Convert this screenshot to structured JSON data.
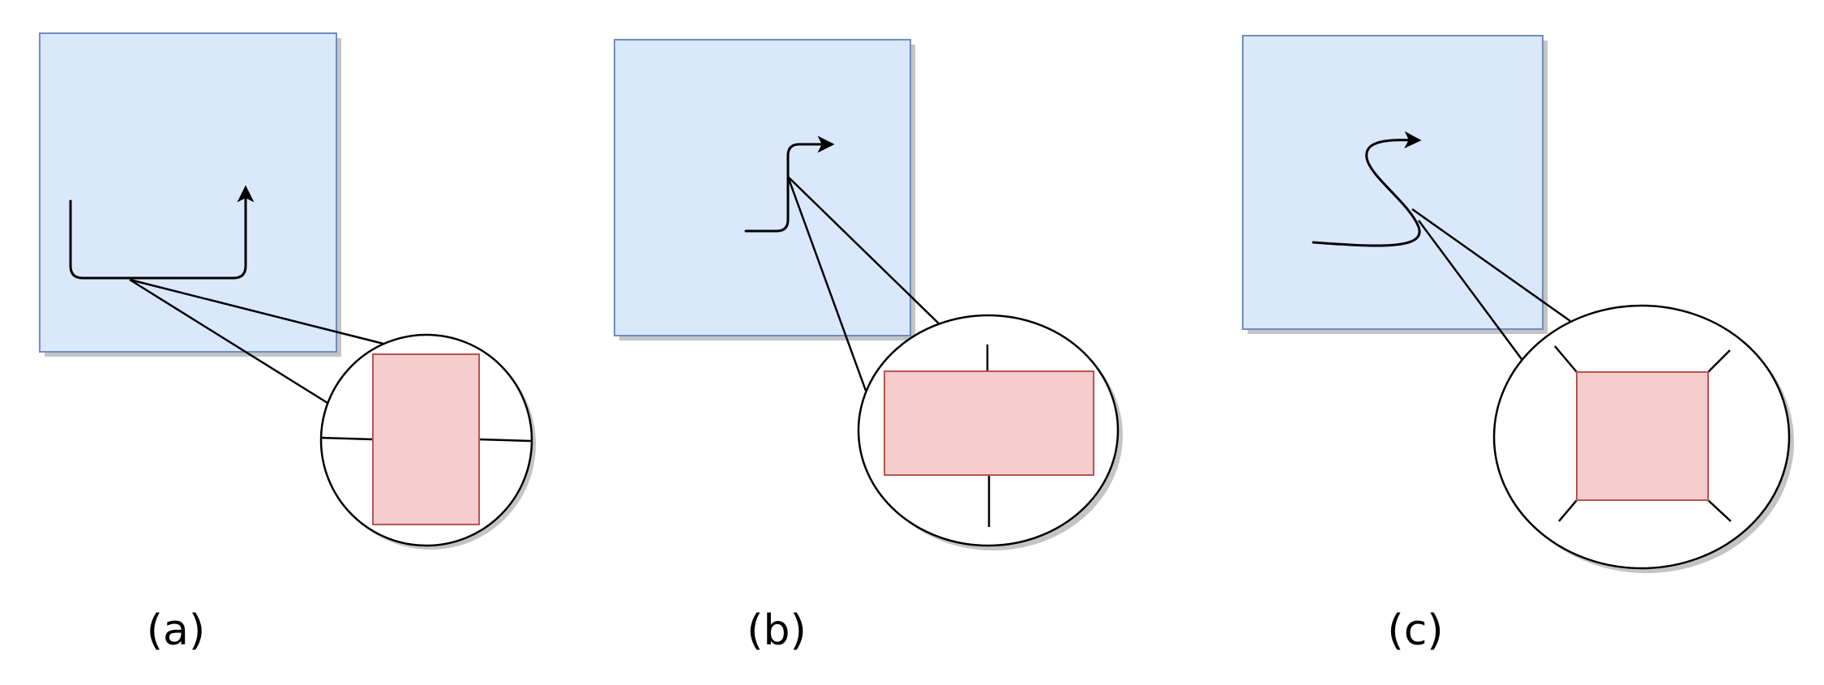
{
  "colors": {
    "canvas_fill": "#dae8fc",
    "canvas_stroke": "#6c8ebf",
    "node_fill": "#f5cdcd",
    "node_stroke": "#b85450",
    "shadow": "#c4c4c4",
    "line": "#000000",
    "lens_fill": "#ffffff"
  },
  "panels": [
    {
      "id": "a",
      "caption": "(a)",
      "connector_style": "orthogonal"
    },
    {
      "id": "b",
      "caption": "(b)",
      "connector_style": "orthogonal"
    },
    {
      "id": "c",
      "caption": "(c)",
      "connector_style": "curved"
    }
  ]
}
